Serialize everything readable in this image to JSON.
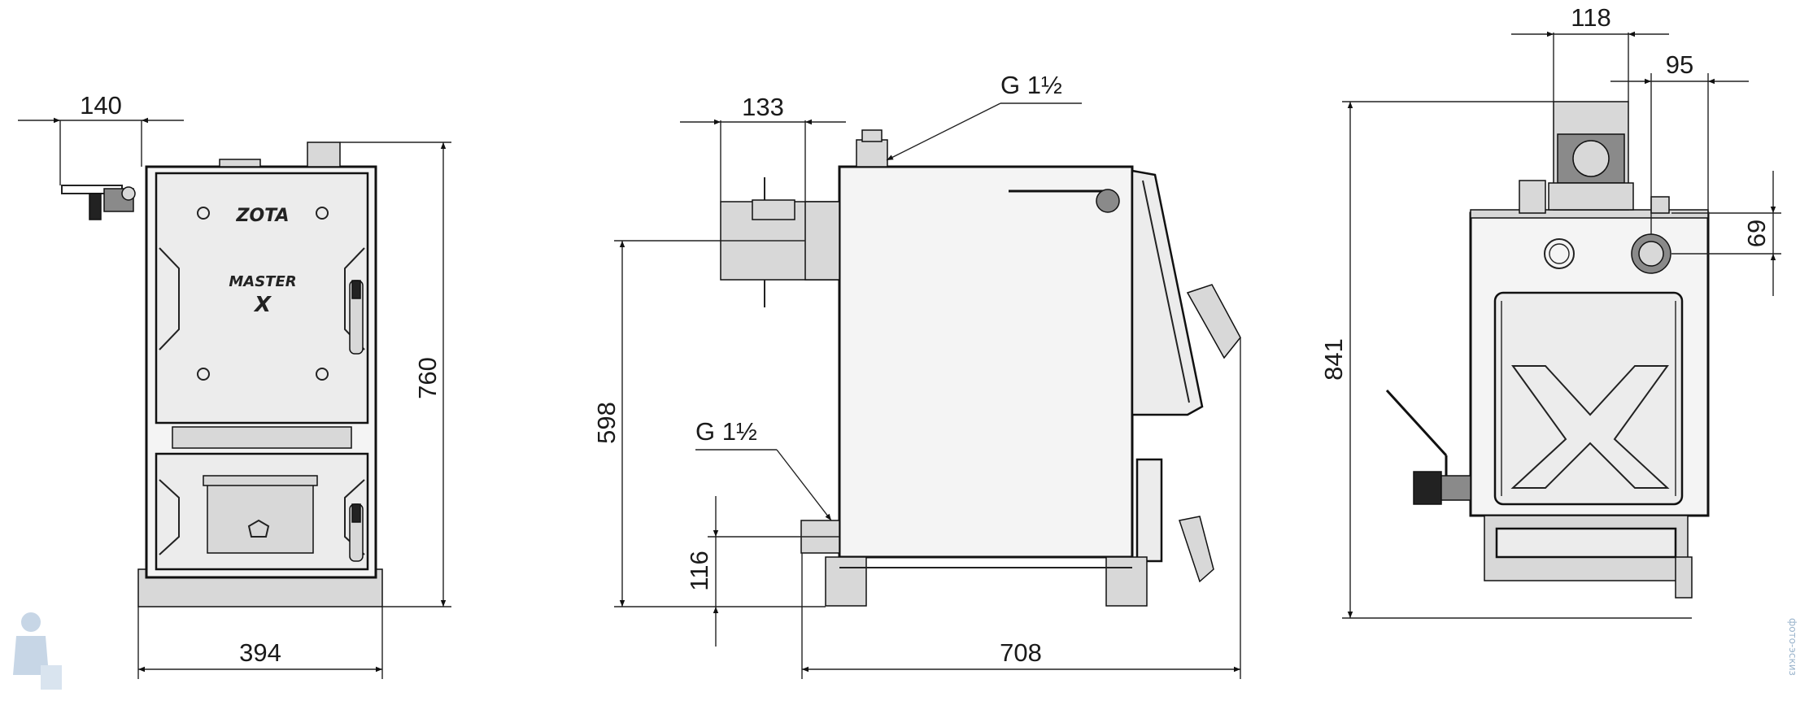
{
  "front_view": {
    "dim_top_width": "140",
    "dim_height": "760",
    "dim_width": "394",
    "logo": "ZOTA",
    "model_line1": "MASTER",
    "model_line2": "X"
  },
  "side_view": {
    "dim_flue": "133",
    "dim_flue_height": "598",
    "dim_return_height": "116",
    "dim_depth": "708",
    "connection_top": "G 1½",
    "connection_bottom": "G 1½"
  },
  "rear_view": {
    "dim_top_offset_a": "118",
    "dim_top_offset_b": "95",
    "dim_height": "841",
    "dim_pipe": "69"
  },
  "watermark": "фото-эскиз"
}
